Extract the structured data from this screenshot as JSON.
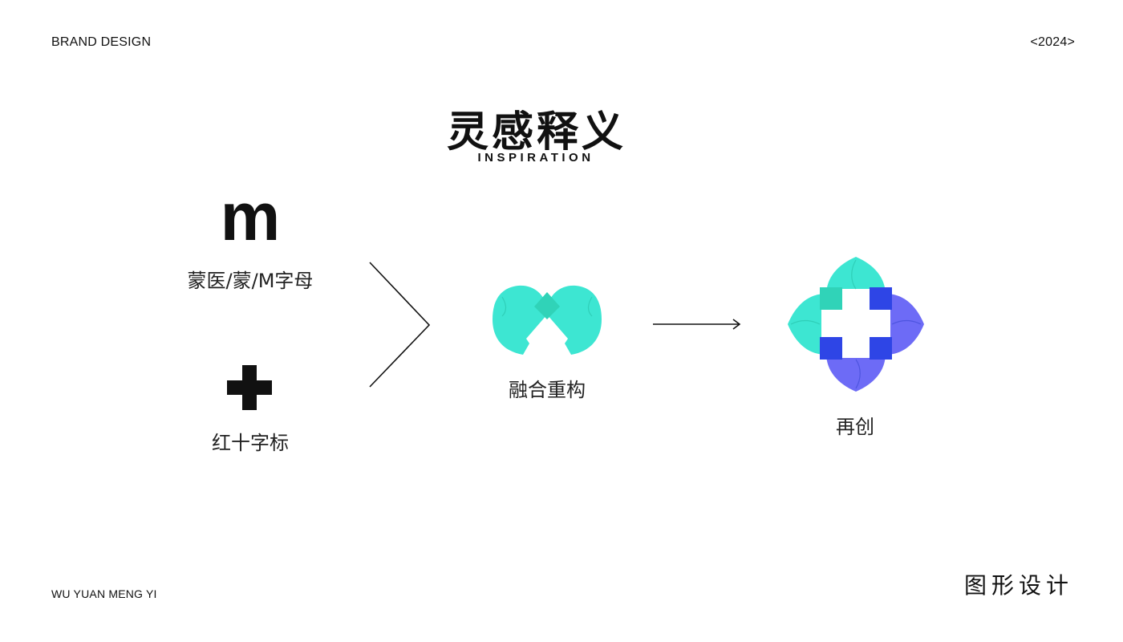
{
  "header": {
    "left_label": "BRAND DESIGN",
    "right_label": "<2024>"
  },
  "title": {
    "cn": "灵感释义",
    "en": "INSPIRATION"
  },
  "sources": {
    "letter_glyph": "m",
    "letter_label": "蒙医/蒙/M字母",
    "cross_label": "红十字标"
  },
  "fusion": {
    "label": "融合重构"
  },
  "result": {
    "label": "再创"
  },
  "footer": {
    "left_label": "WU YUAN MENG YI",
    "right_label": "图形设计"
  },
  "colors": {
    "teal": "#3DE6D2",
    "teal_dark": "#30D3B8",
    "blue": "#6D6BF6",
    "blue_dark": "#2E45E6",
    "text": "#111111"
  },
  "icons": {
    "bracket": "chevron-right-line",
    "arrow": "arrow-right",
    "cross": "plus-cross",
    "fused": "m-arch-mark",
    "final": "petal-cross-logo"
  }
}
